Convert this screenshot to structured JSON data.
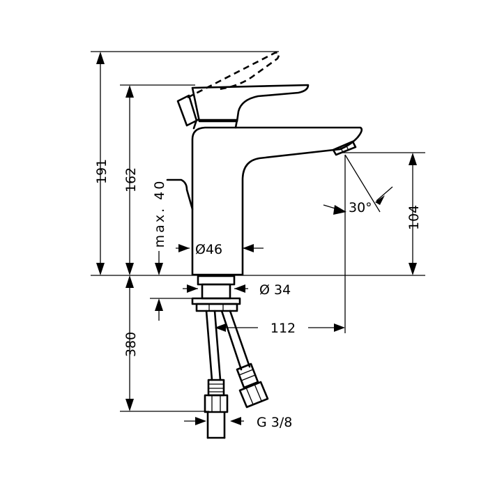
{
  "dimensions": {
    "total_height": "191",
    "spout_height": "162",
    "max_clearance": "max. 40",
    "body_diameter": "Ø46",
    "shank_diameter": "Ø 34",
    "shank_length": "380",
    "spout_reach": "112",
    "outlet_height": "104",
    "outlet_angle": "30°",
    "connection": "G 3/8"
  }
}
